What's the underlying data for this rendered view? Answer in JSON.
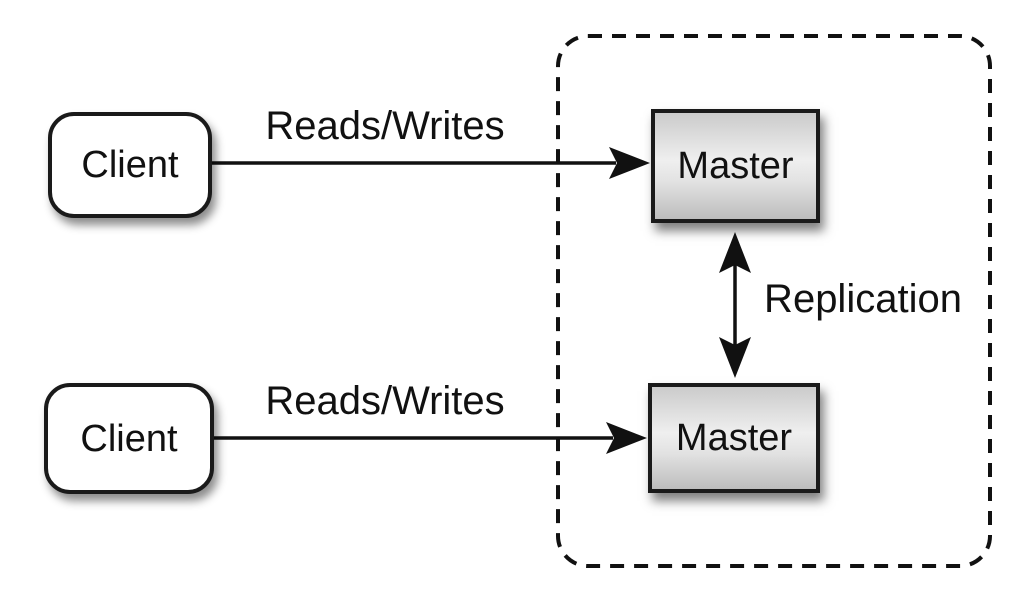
{
  "nodes": {
    "clients": [
      {
        "label": "Client"
      },
      {
        "label": "Client"
      }
    ],
    "masters": [
      {
        "label": "Master"
      },
      {
        "label": "Master"
      }
    ]
  },
  "edge_labels": {
    "reads_writes_top": "Reads/Writes",
    "reads_writes_bottom": "Reads/Writes",
    "replication": "Replication"
  },
  "colors": {
    "background": "#ffffff",
    "line": "#111111",
    "node_border": "#1a1a1a",
    "client_fill": "#ffffff",
    "master_fill_light": "#efefef",
    "master_fill_dark": "#bdbdbd",
    "text": "#111111"
  }
}
